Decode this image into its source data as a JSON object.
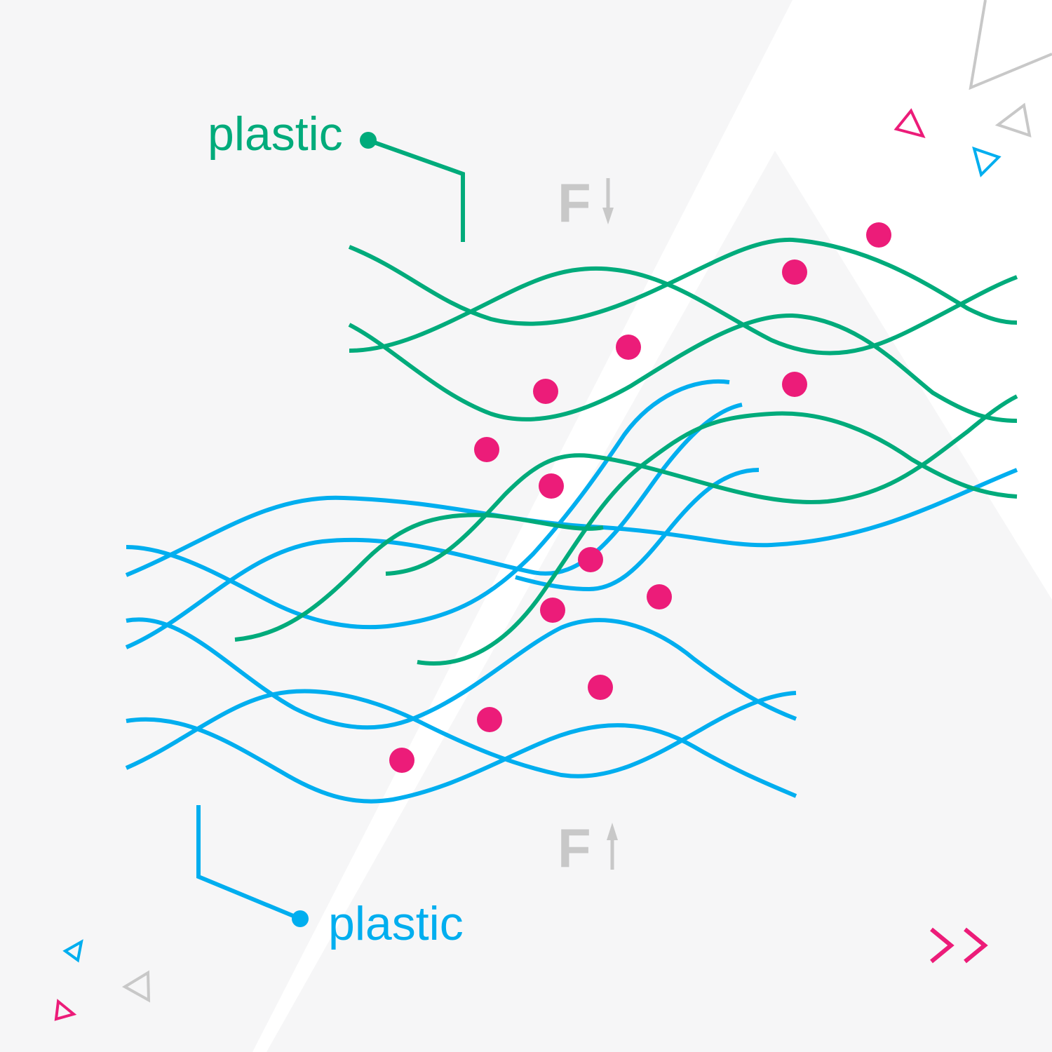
{
  "labels": {
    "top": "plastic",
    "bottom": "plastic"
  },
  "force": {
    "top_symbol": "F",
    "bottom_symbol": "F",
    "top_direction": "down",
    "bottom_direction": "up"
  },
  "nav": {
    "next_symbol": ">>"
  },
  "colors": {
    "top_layer": "#00AB7B",
    "bottom_layer": "#00AEEF",
    "particles": "#EC1C79",
    "force": "#C8C8C8",
    "background_shapes": "#F5F5F6",
    "triangles_gray": "#C8C8C8"
  },
  "icons": {
    "next": "double-chevron-right-icon",
    "force_arrow_down": "arrow-down-icon",
    "force_arrow_up": "arrow-up-icon"
  }
}
